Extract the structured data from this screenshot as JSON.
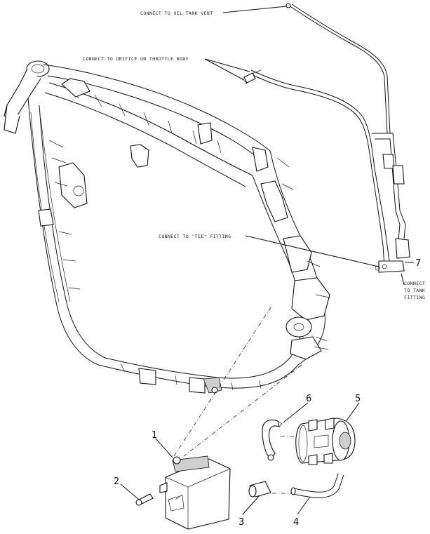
{
  "callouts": {
    "oil_tank_vent": "CONNECT TO OIL TANK VENT",
    "throttle_body": "CONNECT TO ORIFICE ON THROTTLE BODY",
    "tee_fitting": "CONNECT TO \"TEE\" FITTING",
    "tank_fitting_1": "CONNECT",
    "tank_fitting_2": "TO TANK",
    "tank_fitting_3": "FITTING"
  },
  "part_numbers": {
    "p1": "1",
    "p2": "2",
    "p3": "3",
    "p4": "4",
    "p5": "5",
    "p6": "6",
    "p7": "7"
  },
  "colors": {
    "ink": "#111111",
    "paper": "#ffffff",
    "shade": "#cfcfcf"
  }
}
